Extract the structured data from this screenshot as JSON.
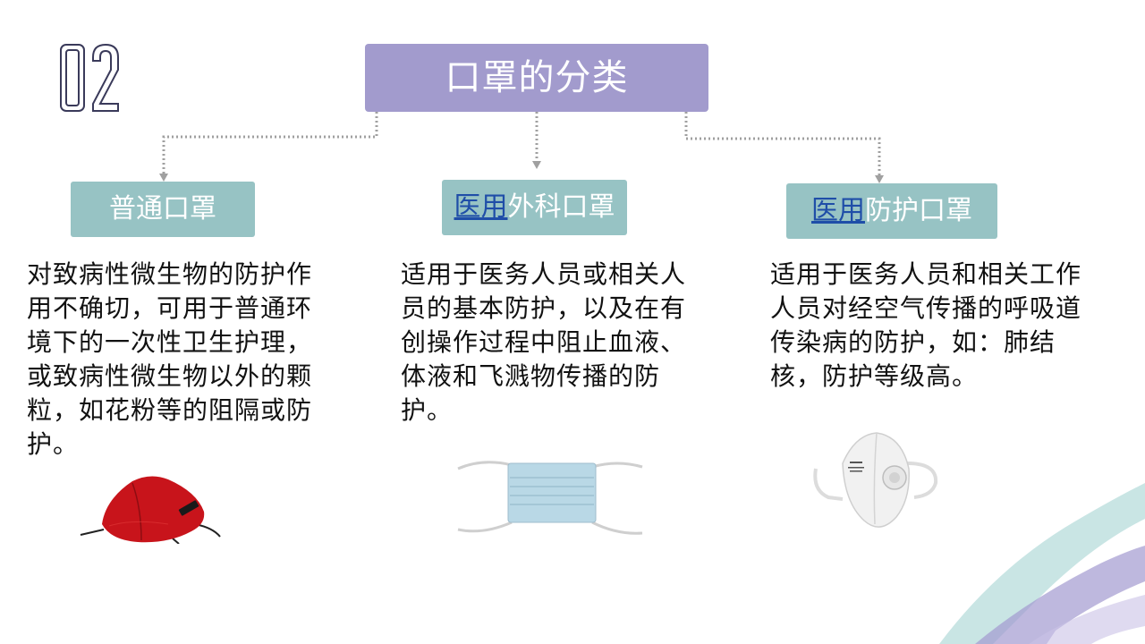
{
  "section_number": "02",
  "root": {
    "title": "口罩的分类"
  },
  "categories": [
    {
      "label": "普通口罩",
      "link_text": "",
      "rest_text": "普通口罩",
      "description": "对致病性微生物的防护作用不确切，可用于普通环境下的一次性卫生护理，或致病性微生物以外的颗粒，如花粉等的阻隔或防护。",
      "image": "red-cloth-mask"
    },
    {
      "label": "医用外科口罩",
      "link_text": "医用",
      "rest_text": "外科口罩",
      "description": "适用于医务人员或相关人员的基本防护，以及在有创操作过程中阻止血液、体液和飞溅物传播的防护。",
      "image": "blue-surgical-mask"
    },
    {
      "label": "医用防护口罩",
      "link_text": "医用",
      "rest_text": "防护口罩",
      "description": "适用于医务人员和相关工作人员对经空气传播的呼吸道传染病的防护，如：肺结核，防护等级高。",
      "image": "white-n95-respirator"
    }
  ],
  "colors": {
    "root_box": "#a29bcd",
    "category_box": "#97c3c4",
    "connector": "#a0a0a0",
    "link": "#1f4ea8"
  }
}
